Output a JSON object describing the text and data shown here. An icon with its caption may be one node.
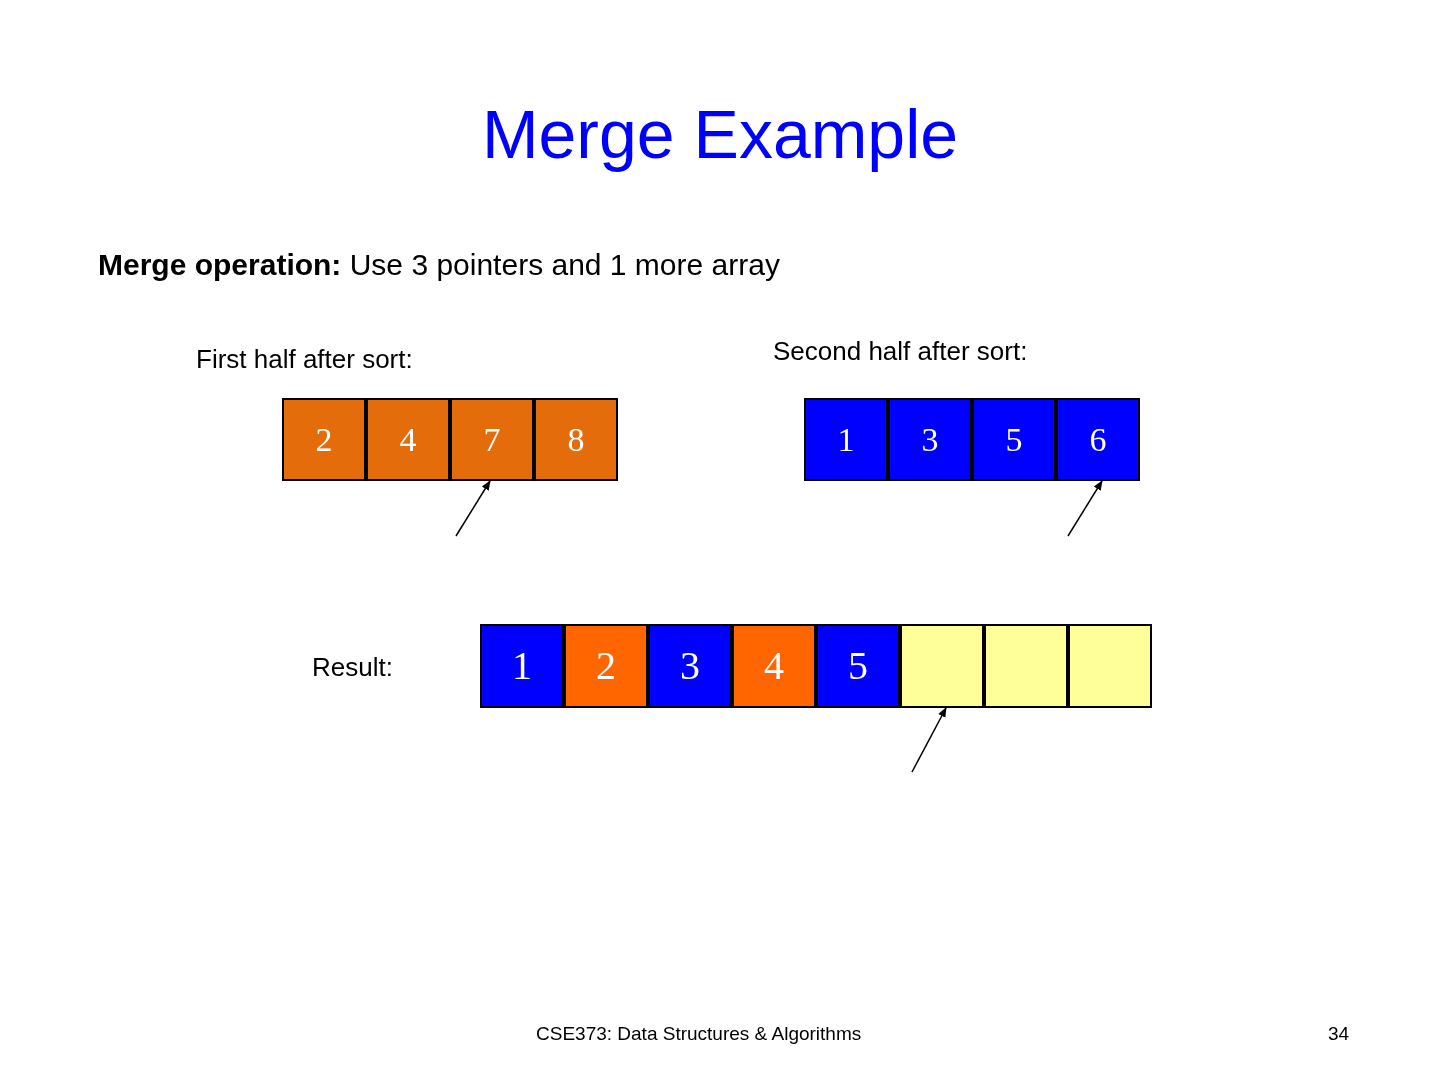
{
  "diagram": {
    "title": "Merge Example",
    "nodes": [
      {
        "text": [
          "2"
        ]
      },
      {
        "text": [
          "4"
        ]
      },
      {
        "text": [
          "7"
        ]
      },
      {
        "text": [
          "8"
        ]
      },
      {
        "text": [
          "1"
        ]
      },
      {
        "text": [
          "3"
        ]
      },
      {
        "text": [
          "5"
        ]
      },
      {
        "text": [
          "6"
        ]
      },
      {
        "text": [
          "1"
        ]
      },
      {
        "text": [
          "2"
        ]
      },
      {
        "text": [
          "3"
        ]
      },
      {
        "text": [
          "4"
        ]
      },
      {
        "text": [
          "5"
        ]
      },
      {
        "text": [],
        "shape": "box"
      },
      {
        "text": [],
        "shape": "box"
      },
      {
        "text": [],
        "shape": "box"
      }
    ],
    "edges": [
      {
        "from": null,
        "to": 2,
        "arrow": "to"
      },
      {
        "from": null,
        "to": 7,
        "arrow": "to"
      },
      {
        "from": null,
        "to": 13,
        "arrow": "to"
      }
    ],
    "labels": [
      "**Merge operation:** Use 3 pointers and 1 more array",
      "First half after sort:",
      "Second half after sort:",
      "Result:",
      "CSE373: Data Structures & Algorithms",
      "34"
    ]
  }
}
